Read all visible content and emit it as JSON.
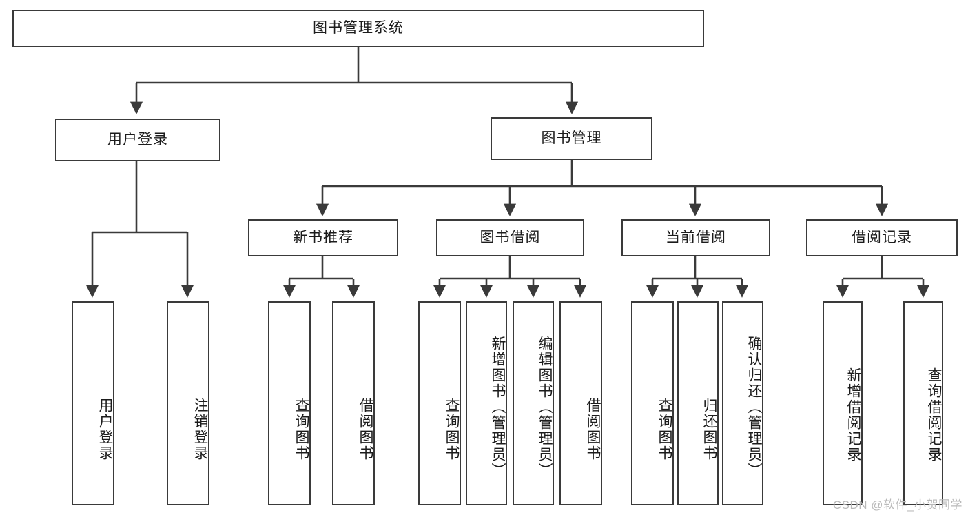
{
  "diagram": {
    "title": "图书管理系统",
    "type": "hierarchy-tree",
    "watermark": "CSDN @软件_小贺同学",
    "colors": {
      "box_border": "#3a3a3a",
      "box_fill": "#ffffff",
      "connector": "#3a3a3a",
      "text": "#1c1c1c",
      "watermark": "#b9b9b9"
    },
    "nodes": {
      "root": {
        "label": "图书管理系统",
        "level": 1
      },
      "user_login": {
        "label": "用户登录",
        "level": 2
      },
      "book_manage": {
        "label": "图书管理",
        "level": 2
      },
      "new_book_rec": {
        "label": "新书推荐",
        "level": 3
      },
      "book_borrow": {
        "label": "图书借阅",
        "level": 3
      },
      "current_borrow": {
        "label": "当前借阅",
        "level": 3
      },
      "borrow_record": {
        "label": "借阅记录",
        "level": 3
      },
      "leaf_user_login": {
        "label": "用户登录",
        "level": 4
      },
      "leaf_logout": {
        "label": "注销登录",
        "level": 4
      },
      "leaf_query_book_1": {
        "label": "查询图书",
        "level": 4
      },
      "leaf_borrow_book_1": {
        "label": "借阅图书",
        "level": 4
      },
      "leaf_query_book_2": {
        "label": "查询图书",
        "level": 4
      },
      "leaf_add_book": {
        "label": "新增图书（管理员）",
        "level": 4
      },
      "leaf_edit_book": {
        "label": "编辑图书（管理员）",
        "level": 4
      },
      "leaf_borrow_book_2": {
        "label": "借阅图书",
        "level": 4
      },
      "leaf_query_book_3": {
        "label": "查询图书",
        "level": 4
      },
      "leaf_return_book": {
        "label": "归还图书",
        "level": 4
      },
      "leaf_confirm_return": {
        "label": "确认归还（管理员）",
        "level": 4
      },
      "leaf_add_record": {
        "label": "新增借阅记录",
        "level": 4
      },
      "leaf_query_record": {
        "label": "查询借阅记录",
        "level": 4
      }
    },
    "edges": [
      {
        "from": "root",
        "to": "user_login"
      },
      {
        "from": "root",
        "to": "book_manage"
      },
      {
        "from": "user_login",
        "to": "leaf_user_login"
      },
      {
        "from": "user_login",
        "to": "leaf_logout"
      },
      {
        "from": "book_manage",
        "to": "new_book_rec"
      },
      {
        "from": "book_manage",
        "to": "book_borrow"
      },
      {
        "from": "book_manage",
        "to": "current_borrow"
      },
      {
        "from": "book_manage",
        "to": "borrow_record"
      },
      {
        "from": "new_book_rec",
        "to": "leaf_query_book_1"
      },
      {
        "from": "new_book_rec",
        "to": "leaf_borrow_book_1"
      },
      {
        "from": "book_borrow",
        "to": "leaf_query_book_2"
      },
      {
        "from": "book_borrow",
        "to": "leaf_add_book"
      },
      {
        "from": "book_borrow",
        "to": "leaf_edit_book"
      },
      {
        "from": "book_borrow",
        "to": "leaf_borrow_book_2"
      },
      {
        "from": "current_borrow",
        "to": "leaf_query_book_3"
      },
      {
        "from": "current_borrow",
        "to": "leaf_return_book"
      },
      {
        "from": "current_borrow",
        "to": "leaf_confirm_return"
      },
      {
        "from": "borrow_record",
        "to": "leaf_add_record"
      },
      {
        "from": "borrow_record",
        "to": "leaf_query_record"
      }
    ]
  }
}
